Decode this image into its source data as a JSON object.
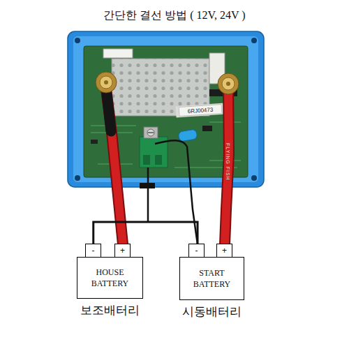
{
  "diagram": {
    "title": "간단한 결선 방법 ( 12V, 24V )",
    "nodes": [
      {
        "text": [
          "HOUSE BATTERY",
          "보조배터리"
        ]
      },
      {
        "text": [
          "START BATTERY",
          "시동배터리"
        ]
      }
    ],
    "edges": [
      {
        "from": 0,
        "to": 1,
        "arrow": "none"
      }
    ],
    "labels": [
      "-",
      "+",
      "-",
      "+",
      "FLYING FISH",
      "6RJ00473"
    ]
  }
}
